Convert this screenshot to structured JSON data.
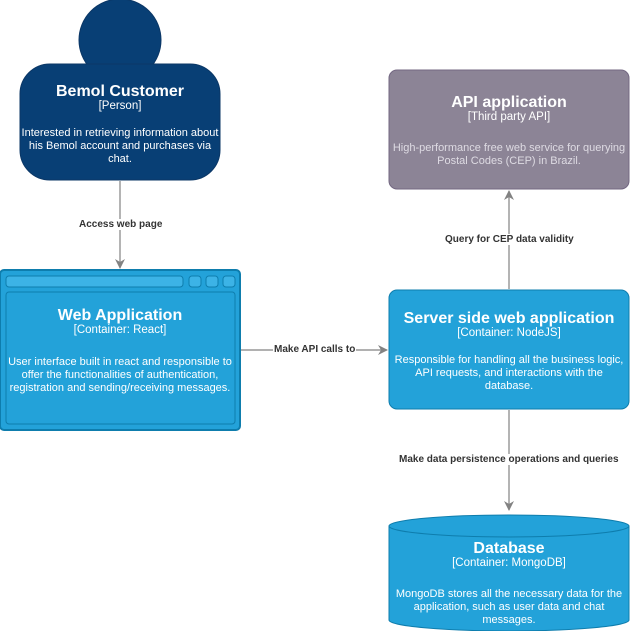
{
  "colors": {
    "person": "#083f75",
    "container": "#23a2d9",
    "container_stroke": "#0e7dad",
    "external": "#8c8496",
    "external_stroke": "#736782",
    "arrow": "#828282"
  },
  "nodes": {
    "customer": {
      "title": "Bemol Customer",
      "type": "[Person]",
      "description": "Interested in retrieving information about his Bemol account and purchases via chat."
    },
    "api_app": {
      "title": "API application",
      "type": "[Third party API]",
      "description": "High-performance free web service for querying Postal Codes (CEP) in Brazil."
    },
    "web_app": {
      "title": "Web Application",
      "type": "[Container: React]",
      "description": "User interface built in react and responsible to offer the functionalities of authentication, registration and sending/receiving messages."
    },
    "server": {
      "title": "Server side web application",
      "type": "[Container: NodeJS]",
      "description": "Responsible for handling all the business logic, API requests, and interactions with the database."
    },
    "database": {
      "title": "Database",
      "type": "[Container: MongoDB]",
      "description": "MongoDB stores all the necessary data for the application, such as user data and chat messages."
    }
  },
  "edges": {
    "access": "Access web page",
    "api_calls": "Make API calls to",
    "cep": "Query for CEP data validity",
    "persistence": "Make data persistence operations and queries"
  }
}
